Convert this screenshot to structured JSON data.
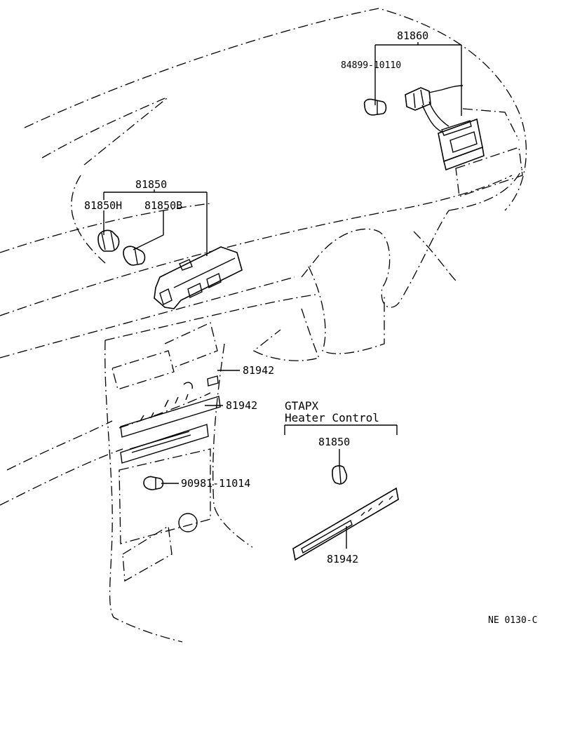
{
  "labels": {
    "p81860": "81860",
    "p84899": "84899-10110",
    "p81850_top": "81850",
    "p81850H": "81850H",
    "p81850B": "81850B",
    "p81942_a": "81942",
    "p81942_b": "81942",
    "p90981": "90981-11014",
    "heater_model": "GTAPX",
    "heater_title": "Heater Control",
    "p81850_heater": "81850",
    "p81942_heater": "81942",
    "drawing_code": "NE 0130-C"
  }
}
